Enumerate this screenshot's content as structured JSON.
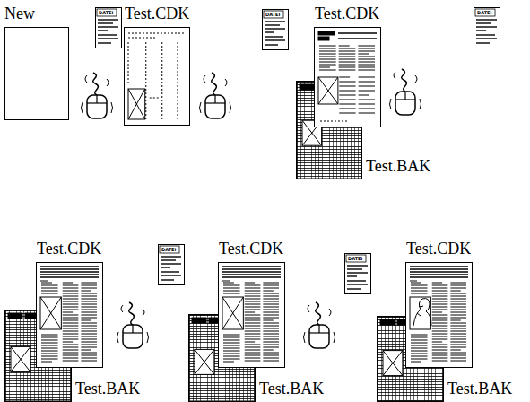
{
  "diagram": {
    "nodes": [
      {
        "text": [
          "New"
        ]
      },
      {
        "text": [
          "Test.CDK"
        ]
      },
      {
        "text": [
          "Test.CDK"
        ]
      },
      {
        "text": [
          "Test.BAK"
        ]
      },
      {
        "text": [
          "Test.CDK"
        ]
      },
      {
        "text": [
          "Test.BAK"
        ]
      },
      {
        "text": [
          "Test.CDK"
        ]
      },
      {
        "text": [
          "Test.BAK"
        ]
      },
      {
        "text": [
          "Test.CDK"
        ]
      },
      {
        "text": [
          "Test.BAK"
        ]
      }
    ],
    "labels": [
      "DATEI",
      "DATEI",
      "DATEI",
      "DATEI",
      "DATEI"
    ]
  }
}
